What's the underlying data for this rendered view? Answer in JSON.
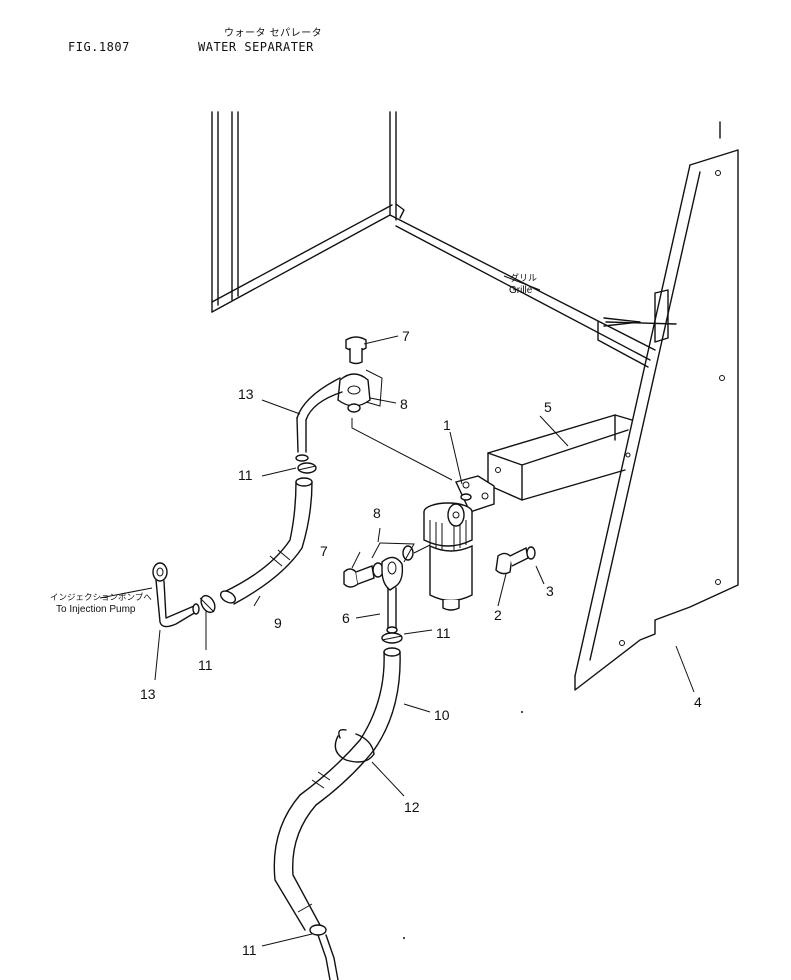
{
  "header": {
    "fig_label": "FIG.1807",
    "title_jp": "ウォータ セパレータ",
    "title_en": "WATER SEPARATER"
  },
  "annotations": {
    "grille_jp": "グリル",
    "grille_en": "Grille",
    "pump_jp": "インジェクションポンプへ",
    "pump_en": "To Injection Pump"
  },
  "callouts": {
    "c1": "1",
    "c2": "2",
    "c3": "3",
    "c4": "4",
    "c5": "5",
    "c6": "6",
    "c7a": "7",
    "c7b": "7",
    "c8a": "8",
    "c8b": "8",
    "c9": "9",
    "c10": "10",
    "c11a": "11",
    "c11b": "11",
    "c11c": "11",
    "c11d": "11",
    "c12": "12",
    "c13a": "13",
    "c13b": "13"
  }
}
